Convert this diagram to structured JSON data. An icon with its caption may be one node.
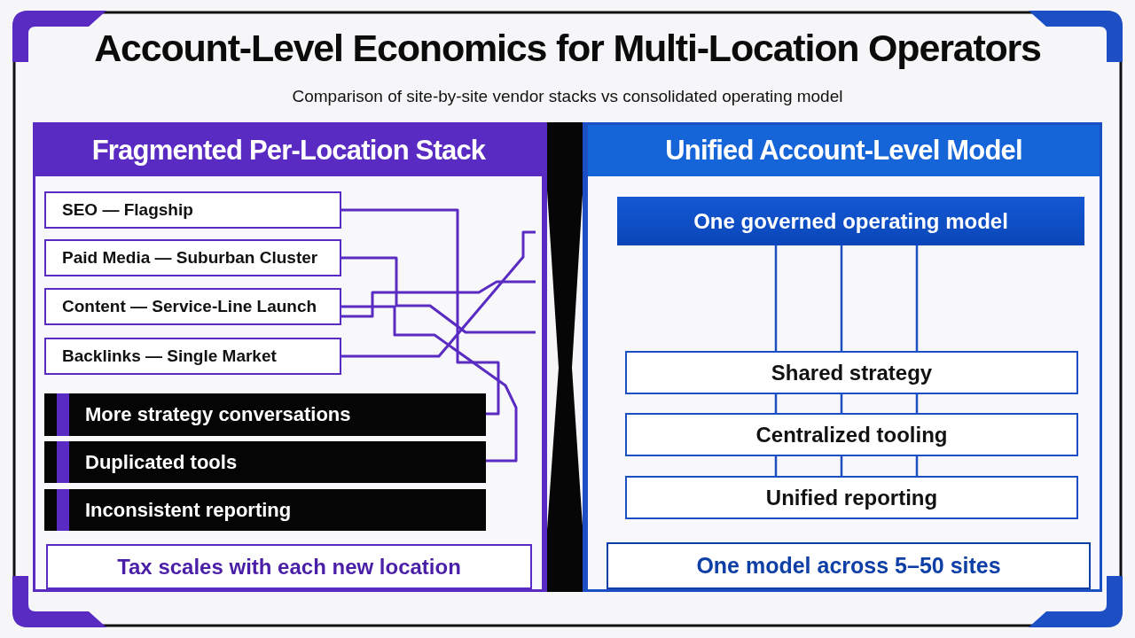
{
  "diagram": {
    "title": "Account-Level Economics for Multi-Location Operators",
    "caption": "Comparison of site-by-site vendor stacks vs consolidated operating model",
    "nodes": [
      {
        "text": [
          "Fragmented Per-Location Stack"
        ]
      },
      {
        "text": [
          "SEO — Flagship"
        ],
        "in": 0
      },
      {
        "text": [
          "Paid Media — Suburban Cluster"
        ],
        "in": 0
      },
      {
        "text": [
          "Content — Service-Line Launch"
        ],
        "in": 0
      },
      {
        "text": [
          "Backlinks — Single Market"
        ],
        "in": 0
      },
      {
        "text": [
          "More strategy conversations"
        ],
        "in": 0
      },
      {
        "text": [
          "Duplicated tools"
        ],
        "in": 0
      },
      {
        "text": [
          "Inconsistent reporting"
        ],
        "in": 0
      },
      {
        "text": [
          "Tax scales with each new location"
        ],
        "in": 0
      },
      {
        "text": [
          "Unified Account-Level Model"
        ]
      },
      {
        "text": [
          "One governed operating model"
        ],
        "in": 9
      },
      {
        "text": [
          "Shared strategy"
        ],
        "in": 9
      },
      {
        "text": [
          "Centralized tooling"
        ],
        "in": 9
      },
      {
        "text": [
          "Unified reporting"
        ],
        "in": 9
      },
      {
        "text": [
          "One model across 5–50 sites"
        ],
        "in": 9
      }
    ],
    "edges": [
      {
        "from": 1,
        "to": 5,
        "arrow": "none",
        "color": "#5a2bc2"
      },
      {
        "from": 2,
        "to": null,
        "arrow": "none",
        "color": "#5a2bc2"
      },
      {
        "from": 3,
        "to": 6,
        "arrow": "none",
        "color": "#5a2bc2"
      },
      {
        "from": 4,
        "to": null,
        "arrow": "none",
        "color": "#5a2bc2"
      },
      {
        "from": 3,
        "to": null,
        "arrow": "none",
        "color": "#5a2bc2"
      },
      {
        "from": 10,
        "to": 11,
        "arrow": "none"
      },
      {
        "from": 10,
        "to": 11,
        "arrow": "none"
      },
      {
        "from": 10,
        "to": 11,
        "arrow": "none"
      },
      {
        "from": 11,
        "to": 12,
        "arrow": "none"
      },
      {
        "from": 11,
        "to": 12,
        "arrow": "none"
      },
      {
        "from": 11,
        "to": 12,
        "arrow": "none"
      },
      {
        "from": 12,
        "to": 13,
        "arrow": "none"
      },
      {
        "from": 12,
        "to": 13,
        "arrow": "none"
      },
      {
        "from": 12,
        "to": 13,
        "arrow": "none"
      }
    ]
  }
}
